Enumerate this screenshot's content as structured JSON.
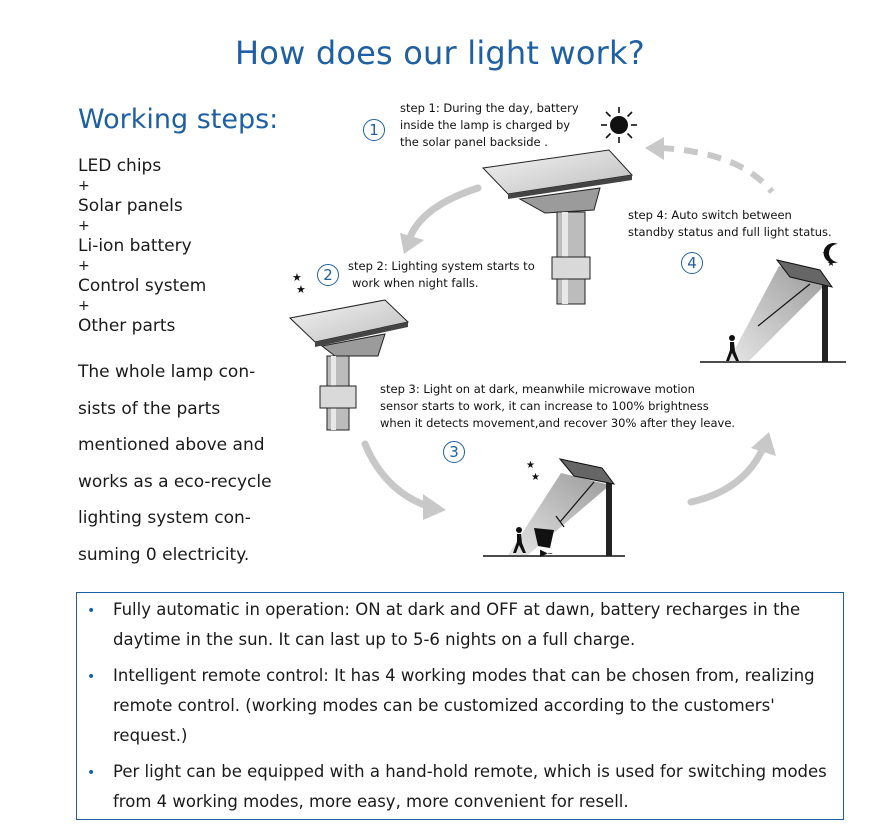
{
  "title": "How does our light work?",
  "steps_heading": "Working steps:",
  "parts": [
    "LED chips",
    "+",
    "Solar panels",
    "+",
    "Li-ion battery",
    "+",
    "Control system",
    "+",
    "Other parts"
  ],
  "lamp_description": [
    "The whole lamp con-",
    "sists of the parts",
    "mentioned above and",
    "works as a eco-recycle",
    "lighting system con-",
    "suming 0 electricity."
  ],
  "steps": [
    {
      "number": "1",
      "lines": [
        "step 1: During the day, battery",
        "inside the lamp is charged by",
        "the solar panel backside ."
      ]
    },
    {
      "number": "2",
      "lines": [
        "step 2: Lighting system starts to",
        "work when night falls."
      ]
    },
    {
      "number": "3",
      "lines": [
        "step 3: Light on at dark, meanwhile microwave motion",
        "sensor starts to work, it can increase to 100%  brightness",
        "when it detects movement,and recover 30% after they leave."
      ]
    },
    {
      "number": "4",
      "lines": [
        "step 4: Auto switch between",
        "standby status and full light status."
      ]
    }
  ],
  "features": [
    "Fully automatic in operation: ON at dark and OFF at dawn, battery recharges in the daytime in the sun. It can last up to 5-6 nights on a full charge.",
    "Intelligent remote control: It has 4 working modes that can be chosen from, realizing remote control. (working modes can be customized according to the customers' request.)",
    "Per light can be equipped with a hand-hold remote, which is used for switching modes from 4 working modes, more easy, more convenient for resell."
  ],
  "icons": {
    "circle_numbers": "circled-number-icon",
    "sun": "sun-icon",
    "moon": "moon-stars-icon",
    "lamp": "solar-street-light-icon",
    "walker": "walking-person-icon"
  },
  "colors": {
    "accent": "#1f5fa3",
    "arrow": "#c8c8c8",
    "beam": "#d2d2d2"
  }
}
